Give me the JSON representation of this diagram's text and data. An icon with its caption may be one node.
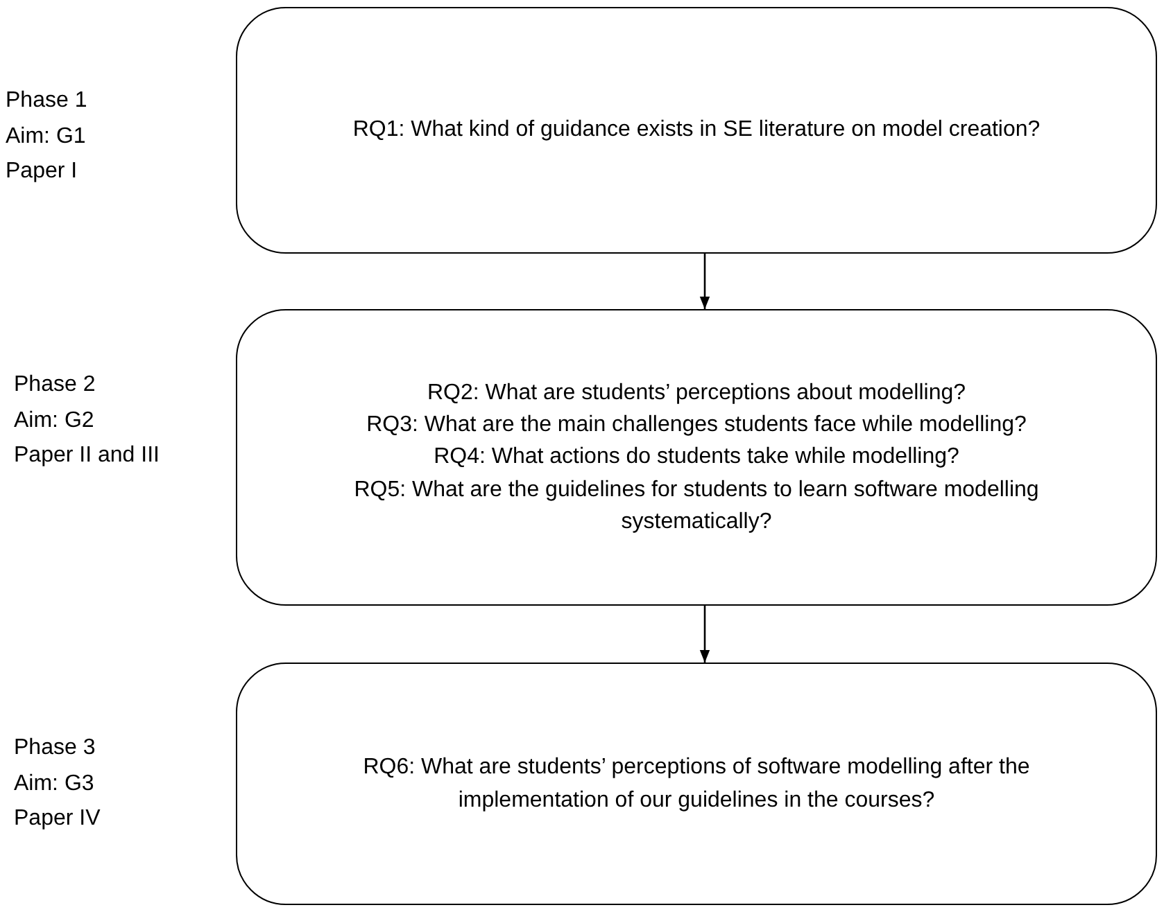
{
  "diagram": {
    "nodes": [
      {
        "text": [
          "RQ1: What kind of guidance exists in SE literature on model creation?"
        ],
        "beside": [
          "Phase 1",
          "Aim: G1",
          "Paper I"
        ]
      },
      {
        "text": [
          "RQ2: What are students’ perceptions about modelling?",
          "RQ3: What are the main challenges students face while modelling?",
          "RQ4: What actions do students take while modelling?",
          "RQ5: What are the guidelines for students to learn software modelling systematically?"
        ],
        "beside": [
          "Phase 2",
          "Aim: G2",
          "Paper II and III"
        ]
      },
      {
        "text": [
          "RQ6: What are students’ perceptions of software modelling after the implementation of our guidelines in the courses?"
        ],
        "beside": [
          "Phase 3",
          "Aim: G3",
          "Paper IV"
        ]
      }
    ],
    "edges": [
      {
        "from": 0,
        "to": 1,
        "arrow": "to"
      },
      {
        "from": 1,
        "to": 2,
        "arrow": "to"
      }
    ]
  }
}
